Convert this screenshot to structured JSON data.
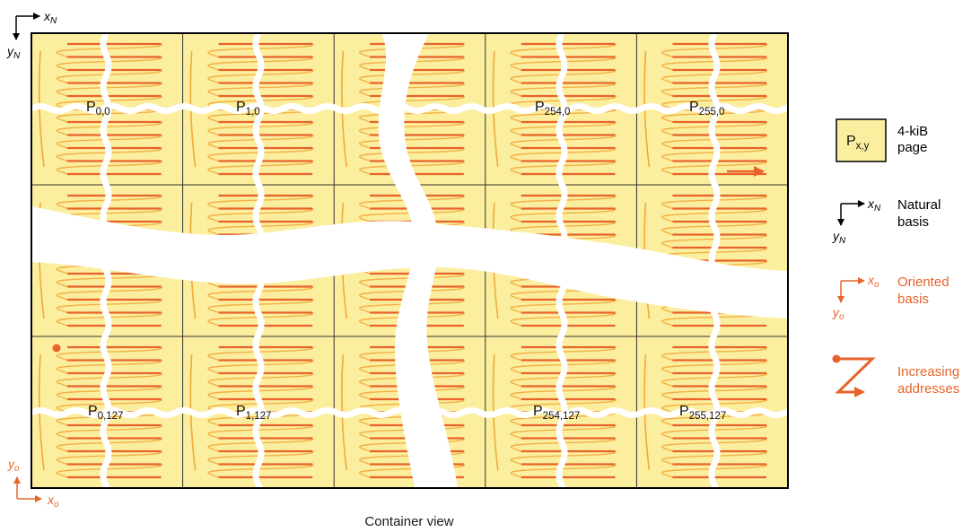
{
  "colors": {
    "page_fill": "#FBEE9F",
    "stripe": "#E8632B",
    "connector": "#F2A93B",
    "grid_line": "#333333",
    "border": "#000000",
    "oriented": "#E8632B",
    "natural": "#000000"
  },
  "pages": {
    "columns": [
      {
        "main": "P",
        "sub": "0"
      },
      {
        "main": "P",
        "sub": "1"
      },
      null,
      {
        "main": "P",
        "sub": "254"
      },
      {
        "main": "P",
        "sub": "255"
      }
    ],
    "rows": [
      {
        "sub": "0"
      },
      null,
      {
        "sub": "127"
      }
    ],
    "labels": [
      {
        "main": "P",
        "sub": "0,0"
      },
      {
        "main": "P",
        "sub": "1,0"
      },
      {
        "main": "P",
        "sub": "254,0"
      },
      {
        "main": "P",
        "sub": "255,0"
      },
      {
        "main": "P",
        "sub": "0,127"
      },
      {
        "main": "P",
        "sub": "1,127"
      },
      {
        "main": "P",
        "sub": "254,127"
      },
      {
        "main": "P",
        "sub": "255,127"
      }
    ]
  },
  "axes": {
    "natural_x": {
      "main": "x",
      "sub": "N"
    },
    "natural_y": {
      "main": "y",
      "sub": "N"
    },
    "oriented_x": {
      "main": "x",
      "sub": "o"
    },
    "oriented_y": {
      "main": "y",
      "sub": "o"
    }
  },
  "legend": {
    "page_box": {
      "main": "P",
      "sub": "x,y"
    },
    "page_desc_line1": "4-kiB",
    "page_desc_line2": "page",
    "natural_line1": "Natural",
    "natural_line2": "basis",
    "oriented_line1": "Oriented",
    "oriented_line2": "basis",
    "increasing_line1": "Increasing",
    "increasing_line2": "addresses"
  },
  "caption": "Container view"
}
